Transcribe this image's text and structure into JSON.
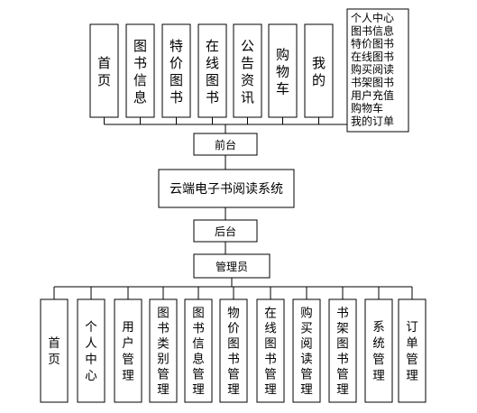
{
  "diagram": {
    "root": "云端电子书阅读系统",
    "frontend": {
      "label": "前台",
      "modules": [
        "首页",
        "图书信息",
        "特价图书",
        "在线图书",
        "公告资讯",
        "购物车",
        "我的"
      ],
      "my_submenu": [
        "个人中心",
        "图书信息",
        "特价图书",
        "在线图书",
        "购买阅读",
        "书架图书",
        "用户充值",
        "购物车",
        "我的订单"
      ]
    },
    "backend": {
      "label": "后台",
      "role": "管理员",
      "modules": [
        "首页",
        "个人中心",
        "用户管理",
        "图书类别管理",
        "图书信息管理",
        "物价图书管理",
        "在线图书管理",
        "购买阅读管理",
        "书架图书管理",
        "系统管理",
        "订单管理"
      ]
    }
  }
}
